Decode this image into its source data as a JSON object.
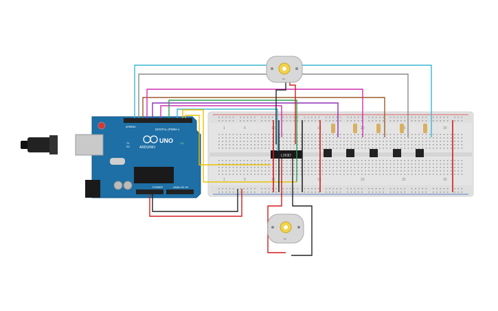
{
  "arduino": {
    "logo_text": "UNO",
    "brand_text": "ARDUINO",
    "digital_label": "DIGITAL (PWM~)",
    "power_label": "POWER",
    "analog_label": "ANALOG IN",
    "aref_label": "AREF",
    "gnd_label": "GND",
    "tx_label": "TX",
    "rx_label": "RX",
    "on_label": "ON"
  },
  "chip": {
    "label": "L293D"
  },
  "motor_top": {
    "label": "DC"
  },
  "motor_bottom": {
    "label": "DC"
  },
  "breadboard": {
    "top_row_numbers": [
      "1",
      "5",
      "10",
      "15",
      "20",
      "25",
      "30"
    ],
    "bottom_row_numbers": [
      "1",
      "5",
      "10",
      "15",
      "20",
      "25",
      "30"
    ]
  },
  "colors": {
    "board_blue": "#1d6fa5",
    "breadboard": "#e6e6e6",
    "wire_red": "#d11a1a",
    "wire_black": "#222222",
    "wire_yellow": "#e8c200",
    "wire_cyan": "#39b6d2",
    "wire_magenta": "#d12ab0",
    "wire_purple": "#8a2fb5",
    "wire_brown": "#9a5a2a",
    "wire_gray": "#888888",
    "wire_green": "#2aa24a",
    "motor_yellow": "#f1d34a"
  }
}
